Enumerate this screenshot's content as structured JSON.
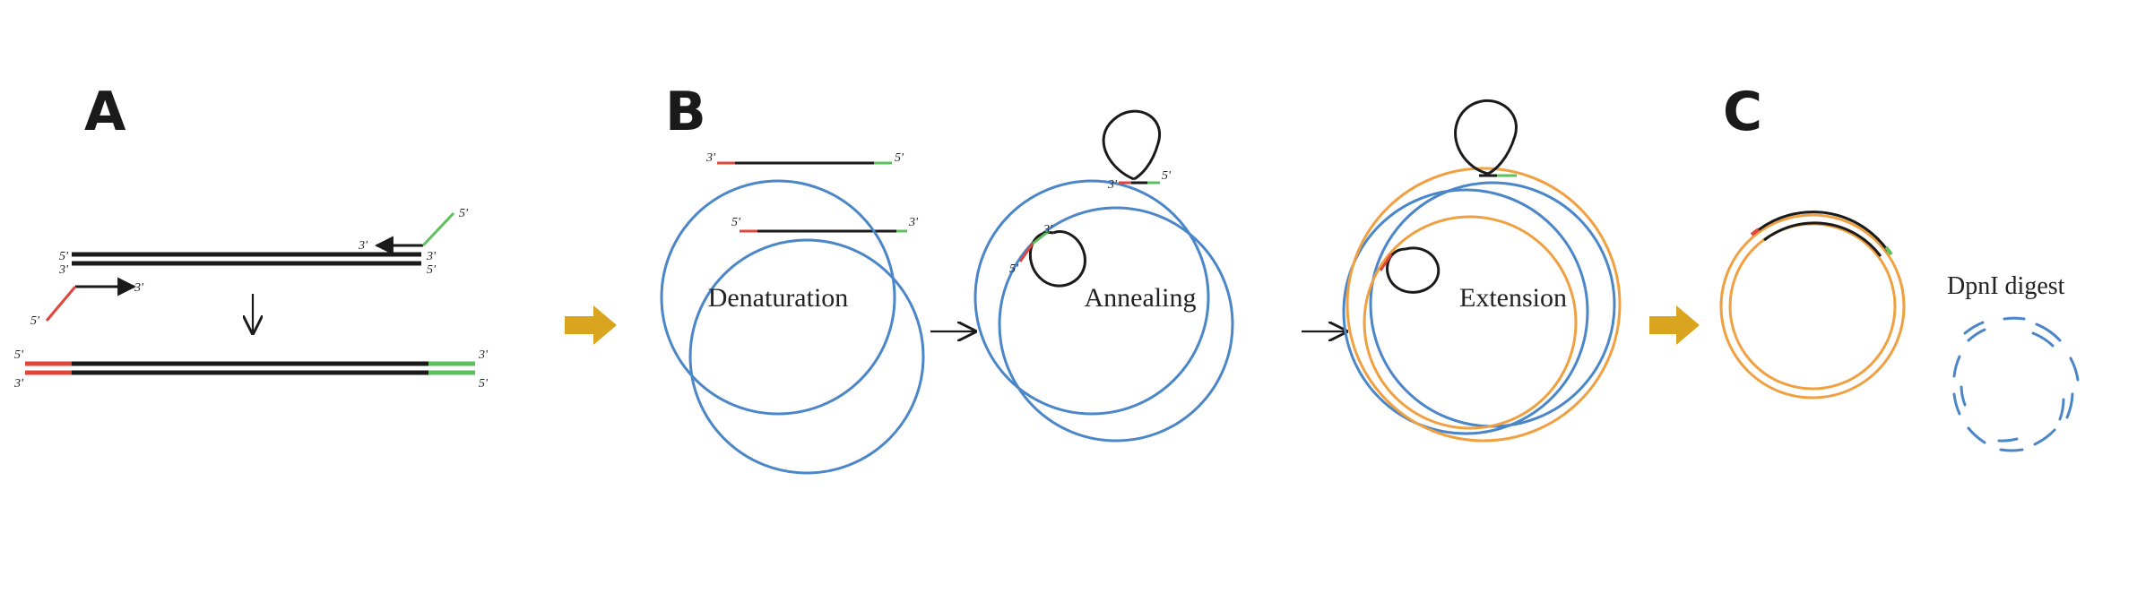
{
  "panels": {
    "a": {
      "letter": "A"
    },
    "b": {
      "letter": "B",
      "stages": {
        "denaturation": "Denaturation",
        "annealing": "Annealing",
        "extension": "Extension"
      }
    },
    "c": {
      "letter": "C",
      "digest_label": "DpnI digest"
    }
  },
  "strand_ends": {
    "five_prime": "5'",
    "three_prime": "3'"
  },
  "colors": {
    "template_plasmid": "#4a86c8",
    "new_strand": "#f0a040",
    "mutation_primer_end": "#e0453a",
    "mutation_primer_start": "#5cc05c",
    "dna_strand": "#1a1a1a",
    "process_arrow": "#d9a41e"
  },
  "icons": {
    "process_arrow": "block-arrow-right-icon",
    "step_arrow": "thin-arrow-right-icon",
    "down_arrow": "thin-arrow-down-icon"
  }
}
